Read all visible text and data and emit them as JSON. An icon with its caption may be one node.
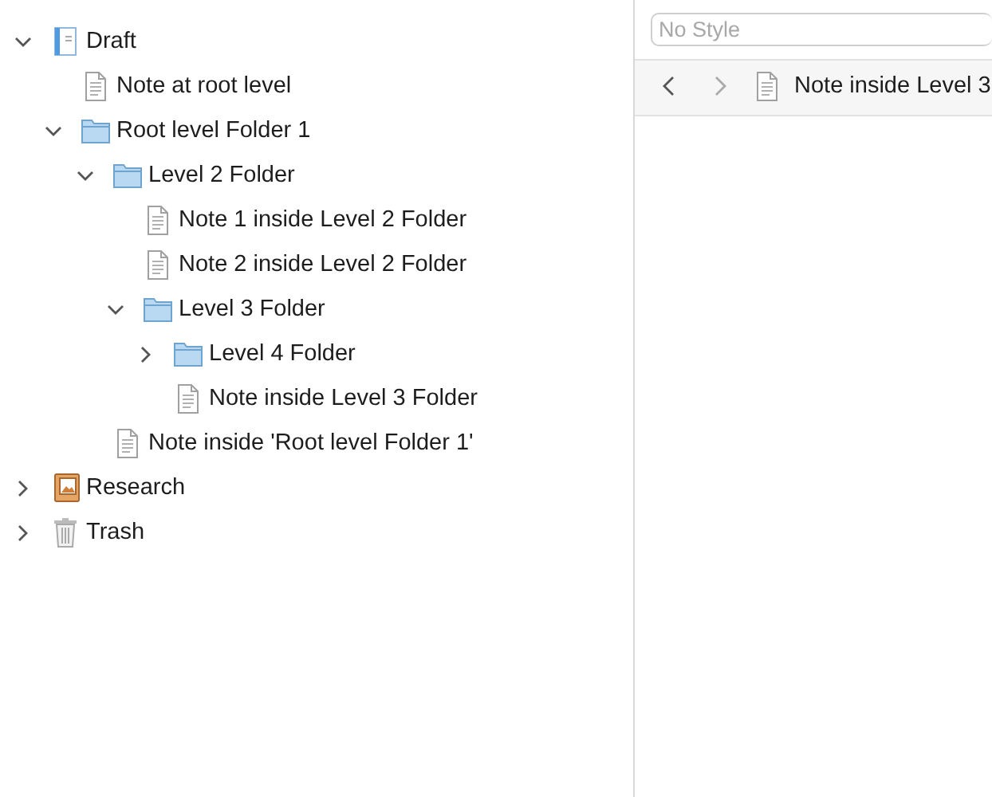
{
  "diagram": {
    "labels": [
      "Draft",
      "Note at root level",
      "Root level Folder 1",
      "Level 2 Folder",
      "Note 1 inside Level 2 Folder",
      "Note 2 inside Level 2 Folder",
      "Level 3 Folder",
      "Level 4 Folder",
      "Note inside Level 3 Folder",
      "Note inside 'Root level Folder 1'",
      "Research",
      "Trash",
      "No Style",
      "Note inside Level 3"
    ]
  }
}
